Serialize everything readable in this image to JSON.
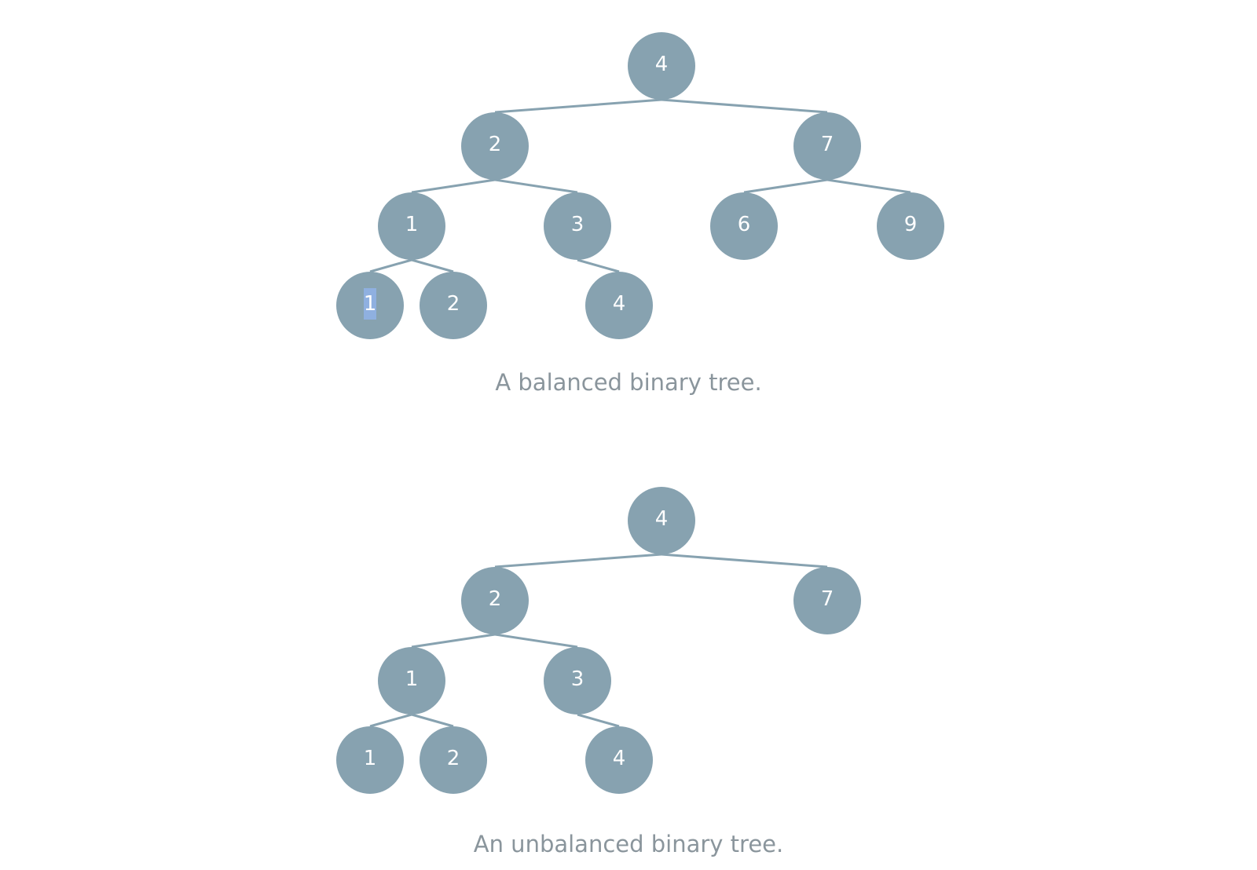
{
  "colors": {
    "node_fill": "#87a2b0",
    "node_text": "#ffffff",
    "edge": "#87a2b0",
    "caption": "#8a959c",
    "selection_highlight": "#8fb0e0"
  },
  "balanced_tree": {
    "caption": "A balanced binary tree.",
    "nodes": [
      {
        "id": "b0",
        "label": "4"
      },
      {
        "id": "b1",
        "label": "2"
      },
      {
        "id": "b2",
        "label": "7"
      },
      {
        "id": "b3",
        "label": "1"
      },
      {
        "id": "b4",
        "label": "3"
      },
      {
        "id": "b5",
        "label": "6"
      },
      {
        "id": "b6",
        "label": "9"
      },
      {
        "id": "b7",
        "label": "1",
        "selected": true
      },
      {
        "id": "b8",
        "label": "2"
      },
      {
        "id": "b9",
        "label": "4"
      }
    ],
    "edges": [
      [
        "b0",
        "b1"
      ],
      [
        "b0",
        "b2"
      ],
      [
        "b1",
        "b3"
      ],
      [
        "b1",
        "b4"
      ],
      [
        "b2",
        "b5"
      ],
      [
        "b2",
        "b6"
      ],
      [
        "b3",
        "b7"
      ],
      [
        "b3",
        "b8"
      ],
      [
        "b4",
        "b9"
      ]
    ]
  },
  "unbalanced_tree": {
    "caption": "An unbalanced binary tree.",
    "nodes": [
      {
        "id": "u0",
        "label": "4"
      },
      {
        "id": "u1",
        "label": "2"
      },
      {
        "id": "u2",
        "label": "7"
      },
      {
        "id": "u3",
        "label": "1"
      },
      {
        "id": "u4",
        "label": "3"
      },
      {
        "id": "u5",
        "label": "1"
      },
      {
        "id": "u6",
        "label": "2"
      },
      {
        "id": "u7",
        "label": "4"
      }
    ],
    "edges": [
      [
        "u0",
        "u1"
      ],
      [
        "u0",
        "u2"
      ],
      [
        "u1",
        "u3"
      ],
      [
        "u1",
        "u4"
      ],
      [
        "u3",
        "u5"
      ],
      [
        "u3",
        "u6"
      ],
      [
        "u4",
        "u7"
      ]
    ]
  }
}
